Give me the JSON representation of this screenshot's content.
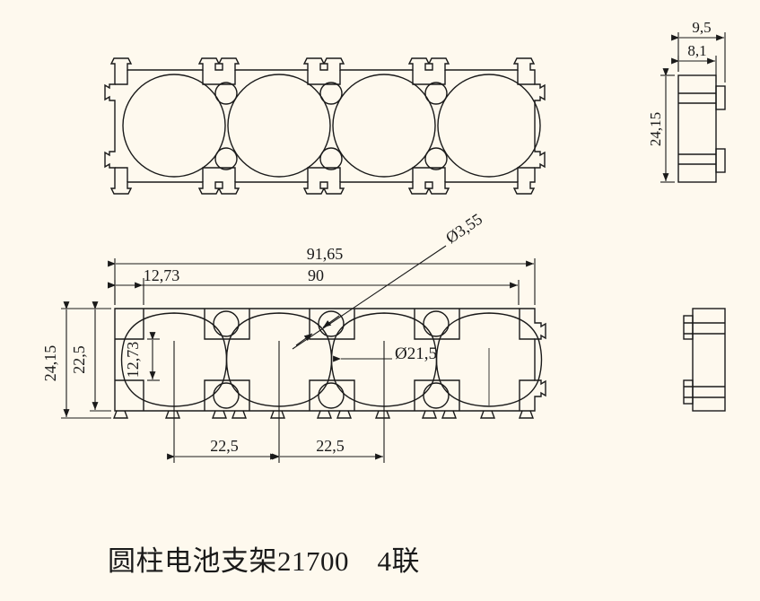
{
  "drawing": {
    "title": "圆柱电池支架21700　4联",
    "background_color": "#FEF9EE",
    "line_color": "#1a1a1a",
    "type": "cad-orthographic-drawing",
    "part": "cylindrical battery holder 21700, 4-cell"
  },
  "views": {
    "top_view": {
      "name": "top-view",
      "label": "",
      "cell_count": 4
    },
    "front_view": {
      "name": "front-view",
      "label": "",
      "cell_count": 4
    },
    "right_side_view_upper": {
      "name": "right-side-view-upper",
      "label": ""
    },
    "right_side_view_lower": {
      "name": "right-side-view-lower",
      "label": ""
    }
  },
  "dimensions": {
    "overall_length": "91,65",
    "pitch_total": "90",
    "end_offset": "12,73",
    "pitch_1": "22,5",
    "pitch_2": "22,5",
    "overall_height": "24,15",
    "inner_height": "22,5",
    "vertical_offset": "12,73",
    "side_width_outer": "9,5",
    "side_width_inner": "8,1",
    "side_height": "24,15",
    "hole_small": "Ø3,55",
    "hole_large": "Ø21,5"
  },
  "dimension_list": [
    {
      "value": "91,65",
      "orientation": "horizontal",
      "view": "front-view"
    },
    {
      "value": "90",
      "orientation": "horizontal",
      "view": "front-view"
    },
    {
      "value": "12,73",
      "orientation": "horizontal",
      "view": "front-view"
    },
    {
      "value": "22,5",
      "orientation": "horizontal",
      "view": "front-view"
    },
    {
      "value": "22,5",
      "orientation": "horizontal",
      "view": "front-view"
    },
    {
      "value": "24,15",
      "orientation": "vertical",
      "view": "front-view"
    },
    {
      "value": "22,5",
      "orientation": "vertical",
      "view": "front-view"
    },
    {
      "value": "12,73",
      "orientation": "vertical",
      "view": "front-view"
    },
    {
      "value": "Ø3,55",
      "orientation": "leader",
      "view": "front-view"
    },
    {
      "value": "Ø21,5",
      "orientation": "leader",
      "view": "front-view"
    },
    {
      "value": "9,5",
      "orientation": "horizontal",
      "view": "right-side-view-upper"
    },
    {
      "value": "8,1",
      "orientation": "horizontal",
      "view": "right-side-view-upper"
    },
    {
      "value": "24,15",
      "orientation": "vertical",
      "view": "right-side-view-upper"
    }
  ]
}
